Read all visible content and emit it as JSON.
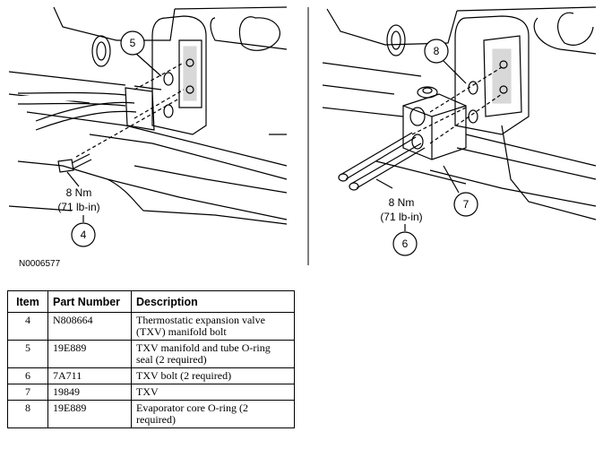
{
  "figure": {
    "id_code": "N0006577",
    "left_panel": {
      "callouts": [
        "5",
        "4"
      ],
      "torque_nm": "8 Nm",
      "torque_lbin": "(71 lb-in)"
    },
    "right_panel": {
      "callouts": [
        "8",
        "7",
        "6"
      ],
      "torque_nm": "8 Nm",
      "torque_lbin": "(71 lb-in)"
    }
  },
  "table": {
    "headers": [
      "Item",
      "Part Number",
      "Description"
    ],
    "rows": [
      {
        "item": "4",
        "part": "N808664",
        "desc": "Thermostatic expansion valve (TXV) manifold bolt"
      },
      {
        "item": "5",
        "part": "19E889",
        "desc": "TXV manifold and tube O-ring seal (2 required)"
      },
      {
        "item": "6",
        "part": "7A711",
        "desc": "TXV bolt (2 required)"
      },
      {
        "item": "7",
        "part": "19849",
        "desc": "TXV"
      },
      {
        "item": "8",
        "part": "19E889",
        "desc": "Evaporator core O-ring (2 required)"
      }
    ]
  }
}
